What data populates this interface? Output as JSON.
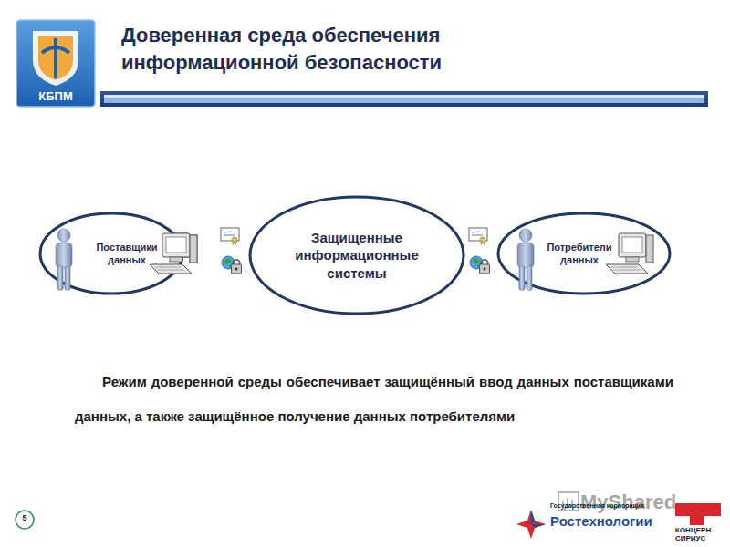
{
  "diagram": {
    "title": "Доверенная среда обеспечения информационной безопасности",
    "nodes": [
      {
        "text": [
          "Поставщики данных"
        ]
      },
      {
        "text": [
          "Защищенные информационные системы"
        ]
      },
      {
        "text": [
          "Потребители данных"
        ]
      }
    ],
    "labels": [
      "КБПМ",
      "Режим доверенной среды обеспечивает защищённый ввод данных поставщиками данных, а также защищённое получение данных потребителями",
      "5",
      "MyShared",
      "Государственная корпорация",
      "Ростехнологии",
      "КОНЦЕРН СИРИУС"
    ]
  }
}
